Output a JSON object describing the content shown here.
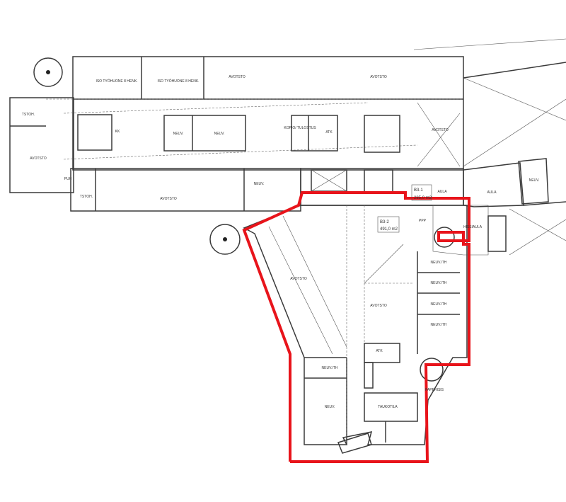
{
  "colors": {
    "office_fill": "#f7e6bf",
    "selected_fill": "#e3e6d5",
    "wall": "#3a3a3a",
    "highlight": "#e8141b",
    "lobby": "#cfcfcf"
  },
  "units": [
    {
      "id": "B3-1",
      "area": "285,0 m2"
    },
    {
      "id": "B3-2",
      "area": "491,0 m2"
    }
  ],
  "rooms": [
    {
      "label": "ISO TYÖHUONE 8 HENK."
    },
    {
      "label": "ISO TYÖHUONE 8 HENK."
    },
    {
      "label": "AVOTSTO"
    },
    {
      "label": "AVOTSTO"
    },
    {
      "label": "TSTOH."
    },
    {
      "label": "AVOTSTO"
    },
    {
      "label": "KK"
    },
    {
      "label": "NEUV."
    },
    {
      "label": "NEUV."
    },
    {
      "label": "KOPIO/ TULOSTUS"
    },
    {
      "label": "ATK"
    },
    {
      "label": "AVOTSTO"
    },
    {
      "label": "PUH"
    },
    {
      "label": "TSTOH."
    },
    {
      "label": "AVOTSTO"
    },
    {
      "label": "NEUV."
    },
    {
      "label": "AULA"
    },
    {
      "label": "AULA"
    },
    {
      "label": "NEUV."
    },
    {
      "label": "HISSIAULA"
    },
    {
      "label": "AVOTSTO"
    },
    {
      "label": "AVOTSTO"
    },
    {
      "label": "NEUV./TH"
    },
    {
      "label": "NEUV./TH"
    },
    {
      "label": "NEUV./TH"
    },
    {
      "label": "NEUV./TH"
    },
    {
      "label": "ATK"
    },
    {
      "label": "NEUV./TH"
    },
    {
      "label": "NEUV."
    },
    {
      "label": "TAUKOTILA"
    },
    {
      "label": "PAPERISIS"
    },
    {
      "label": "PPP"
    }
  ]
}
